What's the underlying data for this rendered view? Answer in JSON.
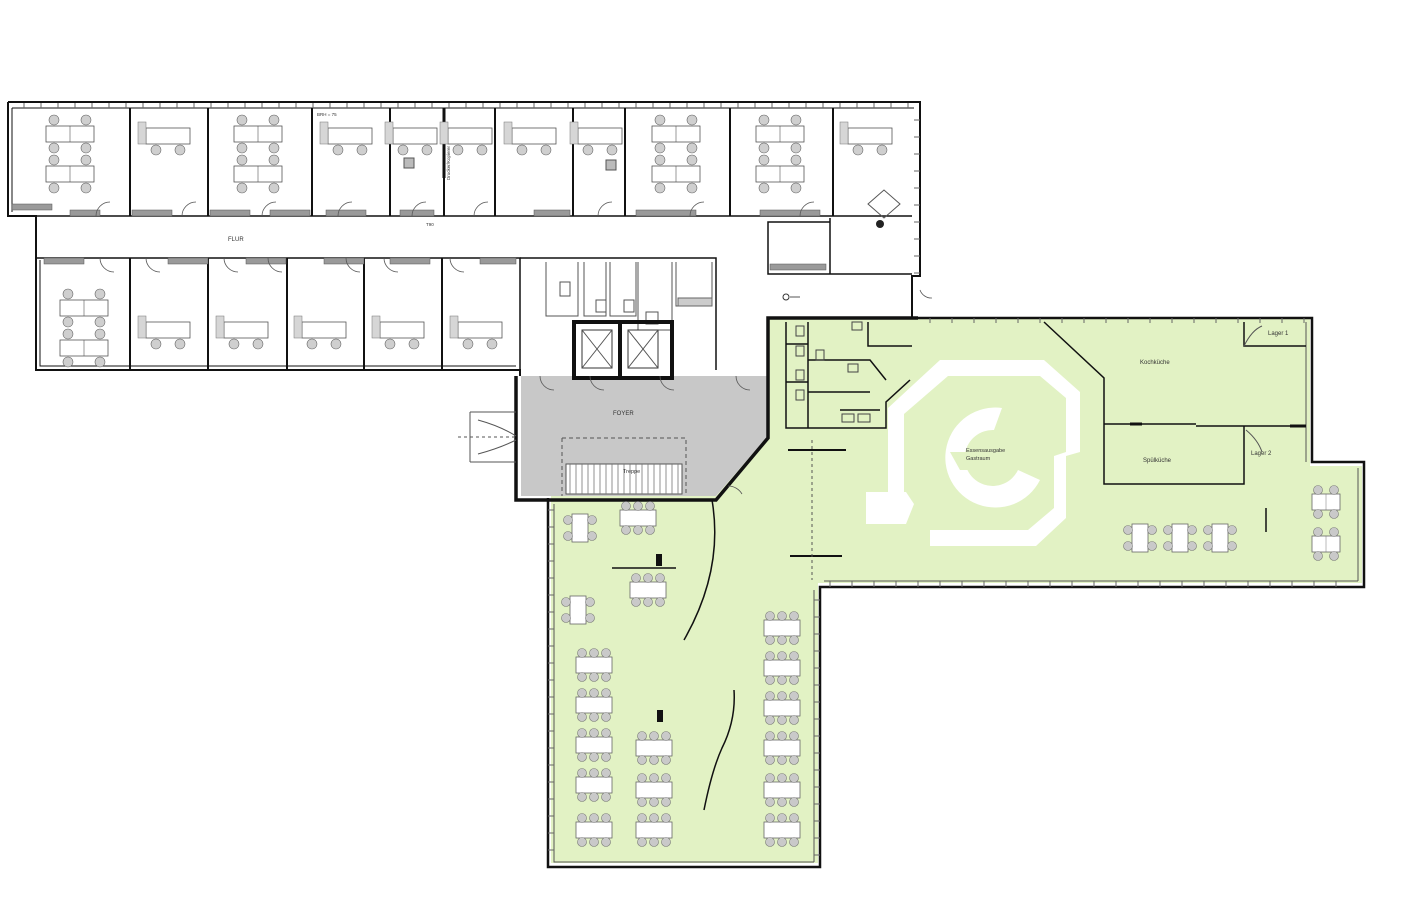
{
  "colors": {
    "gastro": "#e2f2c4",
    "foyer": "#c8c8c8",
    "wall": "#111111",
    "window": "#666666",
    "furniture": "#cfcfcf",
    "counter": "#ffffff"
  },
  "labels": {
    "flur": "FLUR",
    "foyer": "FOYER",
    "treppe": "Treppe",
    "kochkueche": "Kochküche",
    "spulkueche": "Spülküche",
    "lager1": "Lager 1",
    "lager2": "Lager 2",
    "essensausgabe": "Essensausgabe",
    "gastraum": "Gastraum",
    "room_dim": "BRH = 75",
    "door_tag": "T90",
    "vertical_label": "Drucker/Kopierer"
  }
}
